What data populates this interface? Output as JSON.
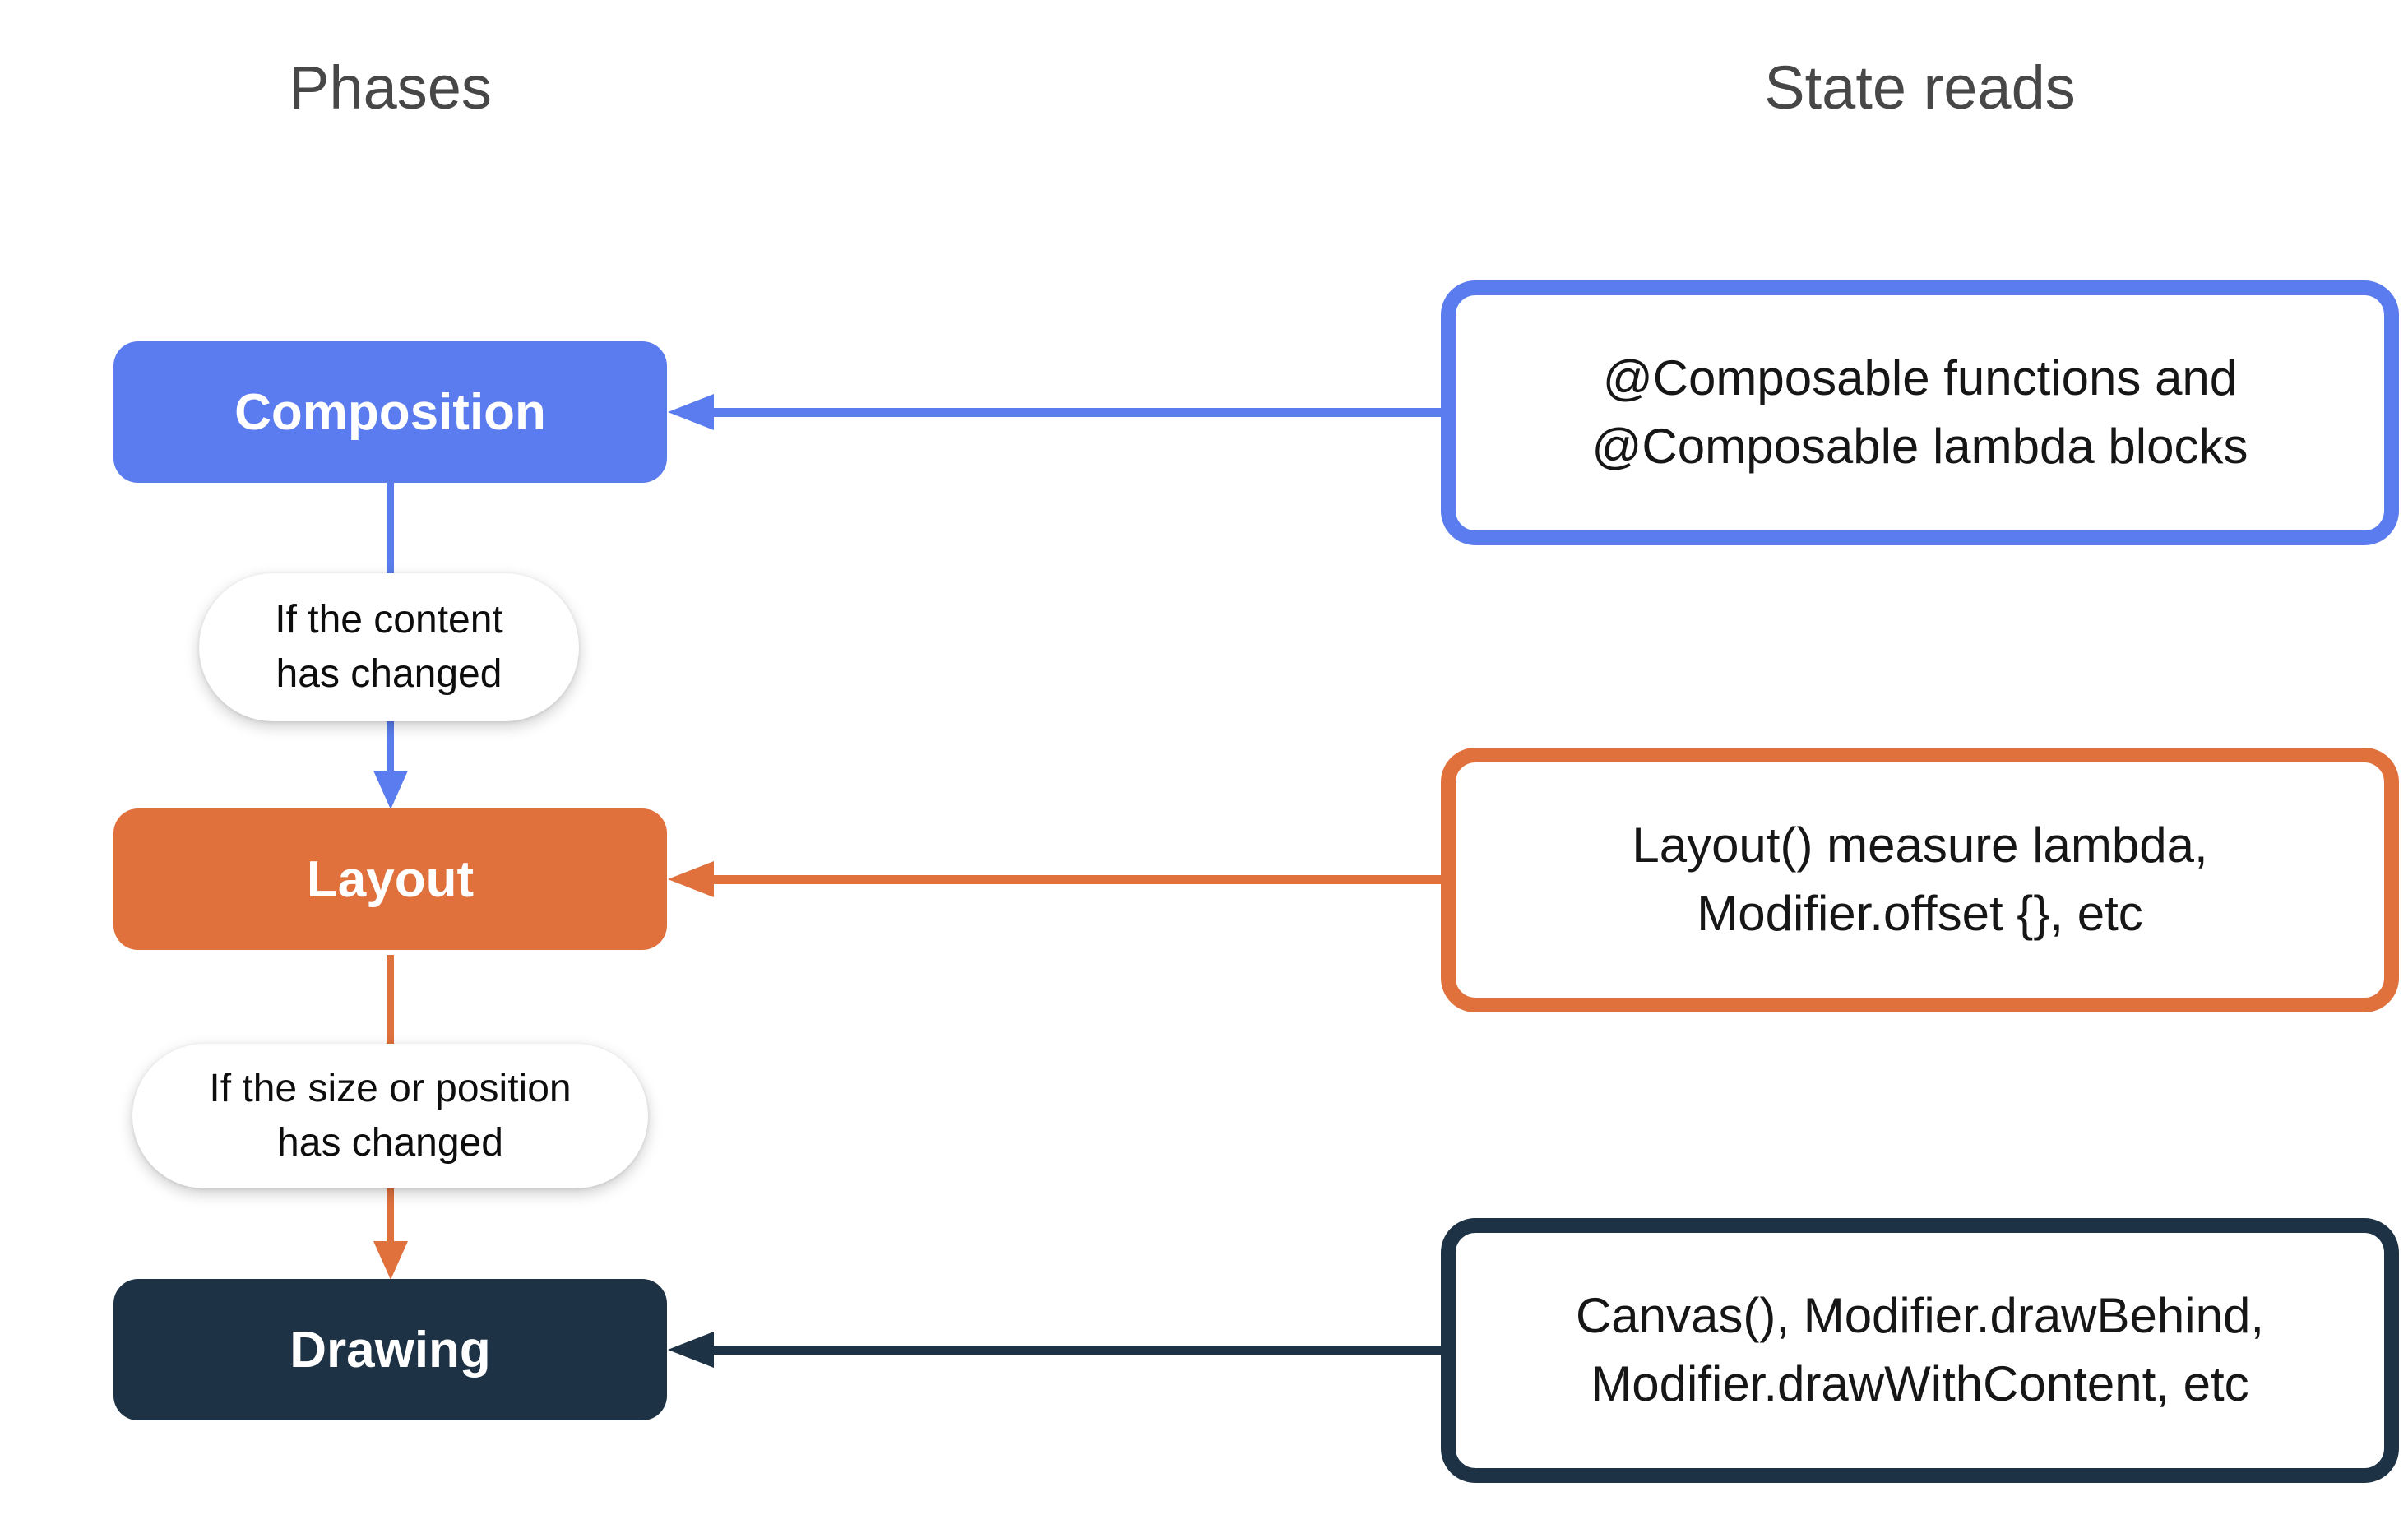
{
  "headings": {
    "phases": "Phases",
    "state_reads": "State reads"
  },
  "colors": {
    "blue": "#5b7cee",
    "orange": "#e0703c",
    "dark": "#1d3244",
    "heading_text": "#474747",
    "body_text": "#161616",
    "pill_bg": "#ffffff",
    "background": "#ffffff"
  },
  "phases": [
    {
      "label": "Composition",
      "state_lines": [
        "@Composable functions and",
        "@Composable lambda blocks"
      ]
    },
    {
      "label": "Layout",
      "state_lines": [
        "Layout() measure lambda,",
        "Modifier.offset {}, etc"
      ]
    },
    {
      "label": "Drawing",
      "state_lines": [
        "Canvas(), Modifier.drawBehind,",
        "Modifier.drawWithContent, etc"
      ]
    }
  ],
  "conditions": [
    {
      "lines": [
        "If the content",
        "has changed"
      ]
    },
    {
      "lines": [
        "If the size or position",
        "has changed"
      ]
    }
  ]
}
